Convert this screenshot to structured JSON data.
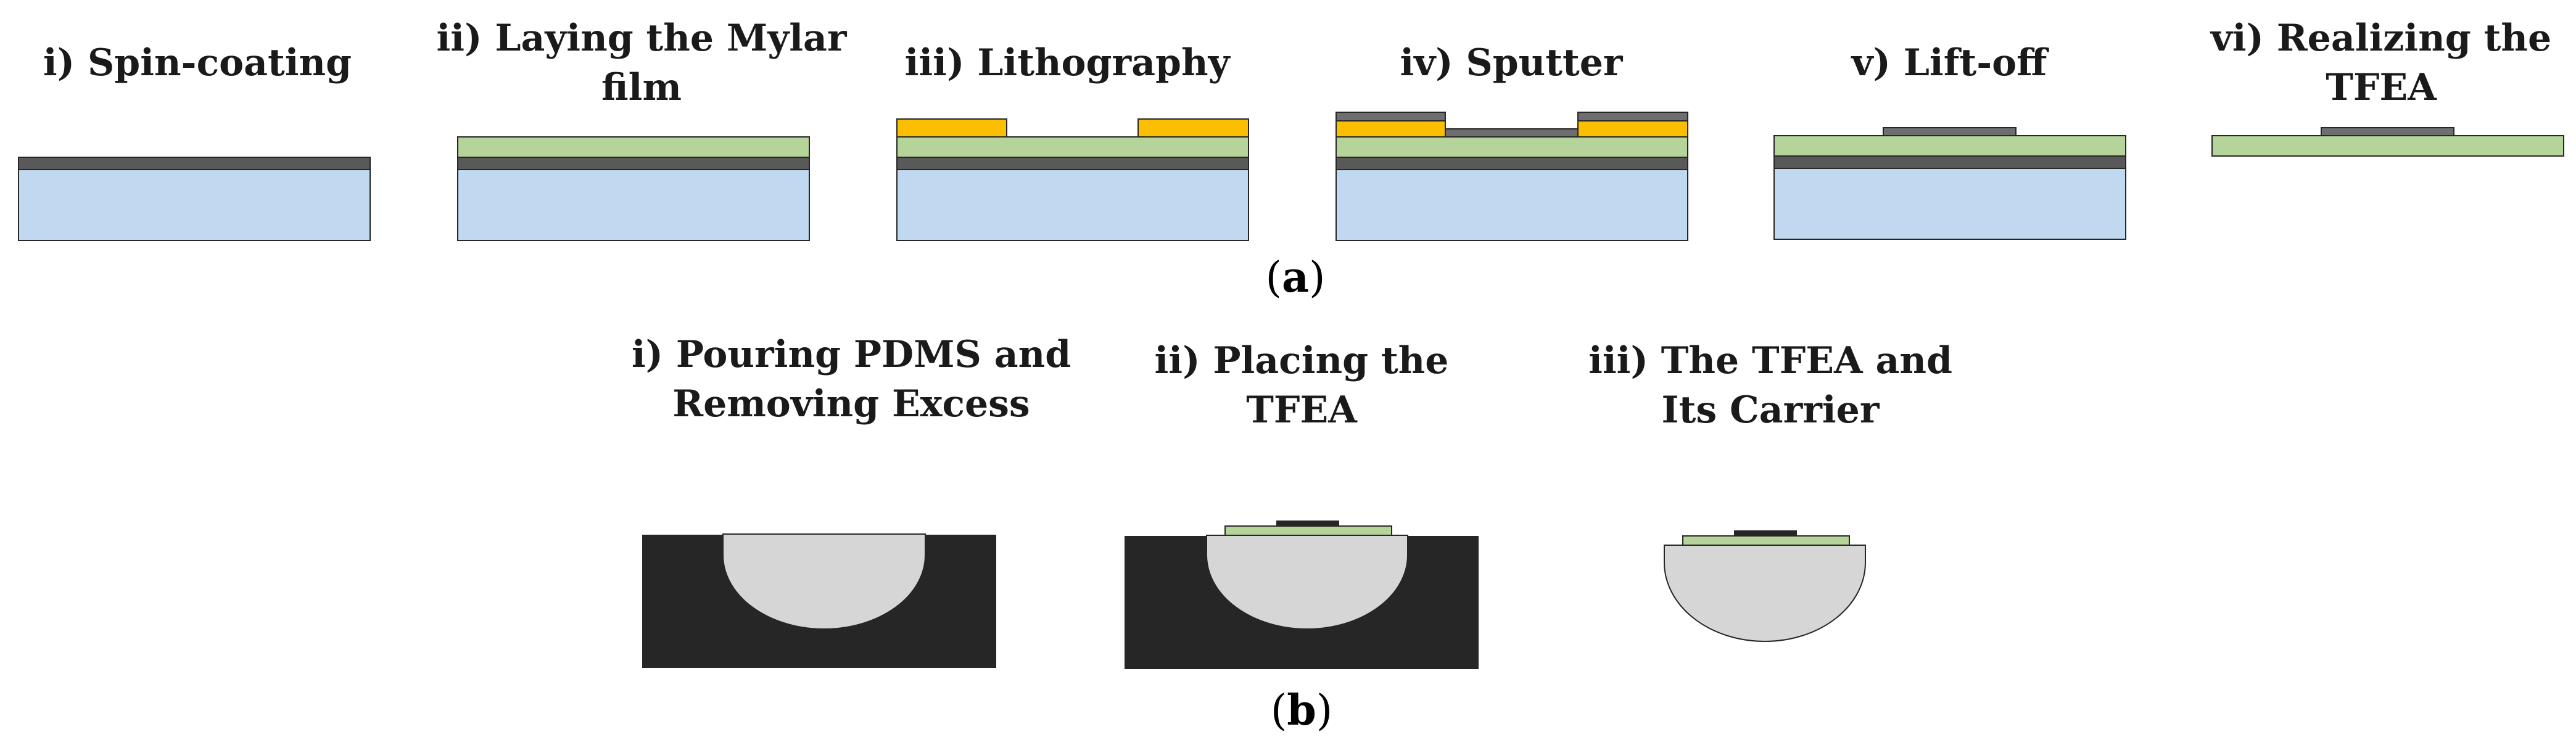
{
  "panel_a": {
    "label": "a",
    "steps": [
      {
        "title": "i) Spin-coating"
      },
      {
        "title": "ii) Laying the Mylar film"
      },
      {
        "title": "iii) Lithography"
      },
      {
        "title": "iv) Sputter"
      },
      {
        "title": "v) Lift-off"
      },
      {
        "title": "vi) Realizing the TFEA"
      }
    ]
  },
  "panel_b": {
    "label": "b",
    "steps": [
      {
        "title": "i) Pouring PDMS and Removing Excess"
      },
      {
        "title": "ii) Placing the TFEA"
      },
      {
        "title": "iii) The TFEA and Its Carrier"
      }
    ]
  },
  "colors": {
    "substrate": "#c0d8f0",
    "coating": "#595959",
    "mylar": "#b5d49a",
    "photoresist": "#fcbf00",
    "metal": "#6e6e6e",
    "mold": "#262626",
    "pdms": "#d6d6d6",
    "outline": "#262626"
  }
}
